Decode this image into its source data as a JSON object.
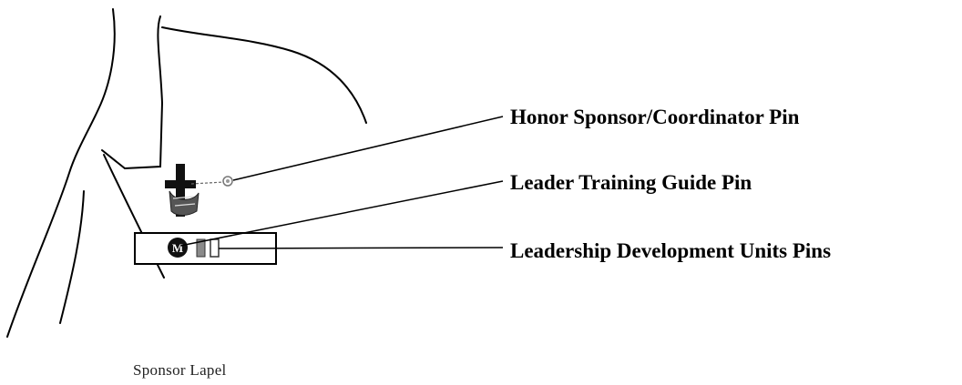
{
  "diagram": {
    "callouts": {
      "honor_sponsor_pin": "Honor Sponsor/Coordinator Pin",
      "leader_training_guide_pin": "Leader Training Guide Pin",
      "leadership_development_units_pins": "Leadership Development Units Pins"
    },
    "caption": "Sponsor Lapel",
    "colors": {
      "line": "#000000",
      "pin_gray": "#8a8a8a",
      "background": "#ffffff"
    }
  }
}
